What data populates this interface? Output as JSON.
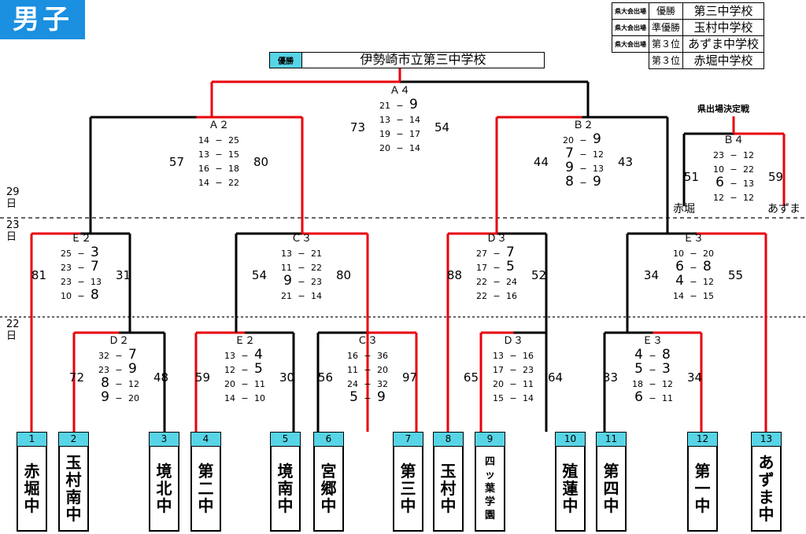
{
  "header": {
    "title": "男子"
  },
  "results": [
    {
      "qual": "県大会出場",
      "place": "優勝",
      "school": "第三中学校"
    },
    {
      "qual": "県大会出場",
      "place": "準優勝",
      "school": "玉村中学校"
    },
    {
      "qual": "県大会出場",
      "place": "第３位",
      "school": "あずま中学校"
    },
    {
      "qual": "",
      "place": "第３位",
      "school": "赤堀中学校"
    }
  ],
  "champion": {
    "label": "優勝",
    "school": "伊勢崎市立第三中学校"
  },
  "days": [
    {
      "id": "day29",
      "text": "29\n日"
    },
    {
      "id": "day23",
      "text": "23\n日"
    },
    {
      "id": "day22",
      "text": "22\n日"
    }
  ],
  "side_title": "県出場決定戦",
  "teams": [
    {
      "num": "1",
      "name": "赤堀中"
    },
    {
      "num": "2",
      "name": "玉村南中"
    },
    {
      "num": "3",
      "name": "境北中"
    },
    {
      "num": "4",
      "name": "第二中"
    },
    {
      "num": "5",
      "name": "境南中"
    },
    {
      "num": "6",
      "name": "宮郷中"
    },
    {
      "num": "7",
      "name": "第三中"
    },
    {
      "num": "8",
      "name": "玉村中"
    },
    {
      "num": "9",
      "name": "四ッ葉学園"
    },
    {
      "num": "10",
      "name": "殖蓮中"
    },
    {
      "num": "11",
      "name": "第四中"
    },
    {
      "num": "12",
      "name": "第一中"
    },
    {
      "num": "13",
      "name": "あずま中"
    }
  ],
  "colors": {
    "win": "#e8000b",
    "lose": "#000000",
    "header_bg": "#1b8fe0",
    "cyan": "#57d4e6"
  },
  "matches": [
    {
      "id": "D2a",
      "court": "Ｄ２",
      "left": "72",
      "right": "48",
      "periods": [
        [
          "32",
          "7"
        ],
        [
          "23",
          "9"
        ],
        [
          "8",
          "12"
        ],
        [
          "9",
          "20"
        ]
      ]
    },
    {
      "id": "E2a",
      "court": "Ｅ２",
      "left": "59",
      "right": "30",
      "periods": [
        [
          "13",
          "4"
        ],
        [
          "12",
          "5"
        ],
        [
          "20",
          "11"
        ],
        [
          "14",
          "10"
        ]
      ]
    },
    {
      "id": "C3a",
      "court": "Ｃ３",
      "left": "56",
      "right": "97",
      "periods": [
        [
          "16",
          "36"
        ],
        [
          "11",
          "20"
        ],
        [
          "24",
          "32"
        ],
        [
          "5",
          "9"
        ]
      ]
    },
    {
      "id": "D3a",
      "court": "Ｄ３",
      "left": "65",
      "right": "64",
      "periods": [
        [
          "13",
          "16"
        ],
        [
          "17",
          "23"
        ],
        [
          "20",
          "11"
        ],
        [
          "15",
          "14"
        ]
      ]
    },
    {
      "id": "E3a",
      "court": "Ｅ３",
      "left": "33",
      "right": "34",
      "periods": [
        [
          "4",
          "8"
        ],
        [
          "5",
          "3"
        ],
        [
          "18",
          "12"
        ],
        [
          "6",
          "11"
        ]
      ]
    },
    {
      "id": "E2b",
      "court": "Ｅ２",
      "left": "81",
      "right": "31",
      "periods": [
        [
          "25",
          "3"
        ],
        [
          "23",
          "7"
        ],
        [
          "23",
          "13"
        ],
        [
          "10",
          "8"
        ]
      ]
    },
    {
      "id": "C3b",
      "court": "Ｃ３",
      "left": "54",
      "right": "80",
      "periods": [
        [
          "13",
          "21"
        ],
        [
          "11",
          "22"
        ],
        [
          "9",
          "23"
        ],
        [
          "21",
          "14"
        ]
      ]
    },
    {
      "id": "D3b",
      "court": "Ｄ３",
      "left": "88",
      "right": "52",
      "periods": [
        [
          "27",
          "7"
        ],
        [
          "17",
          "5"
        ],
        [
          "22",
          "24"
        ],
        [
          "22",
          "16"
        ]
      ]
    },
    {
      "id": "E3b",
      "court": "Ｅ３",
      "left": "34",
      "right": "55",
      "periods": [
        [
          "10",
          "20"
        ],
        [
          "6",
          "8"
        ],
        [
          "4",
          "12"
        ],
        [
          "14",
          "15"
        ]
      ]
    },
    {
      "id": "A2",
      "court": "Ａ２",
      "left": "57",
      "right": "80",
      "periods": [
        [
          "14",
          "25"
        ],
        [
          "13",
          "15"
        ],
        [
          "16",
          "18"
        ],
        [
          "14",
          "22"
        ]
      ]
    },
    {
      "id": "B2",
      "court": "Ｂ２",
      "left": "44",
      "right": "43",
      "periods": [
        [
          "20",
          "9"
        ],
        [
          "7",
          "12"
        ],
        [
          "9",
          "13"
        ],
        [
          "8",
          "9"
        ]
      ]
    },
    {
      "id": "A4",
      "court": "Ａ４",
      "left": "73",
      "right": "54",
      "periods": [
        [
          "21",
          "9"
        ],
        [
          "13",
          "14"
        ],
        [
          "19",
          "17"
        ],
        [
          "20",
          "14"
        ]
      ]
    },
    {
      "id": "B4",
      "court": "Ｂ４",
      "left": "51",
      "right": "59",
      "periods": [
        [
          "23",
          "12"
        ],
        [
          "10",
          "22"
        ],
        [
          "6",
          "13"
        ],
        [
          "12",
          "12"
        ]
      ],
      "left_team": "赤堀",
      "right_team": "あずま"
    }
  ]
}
